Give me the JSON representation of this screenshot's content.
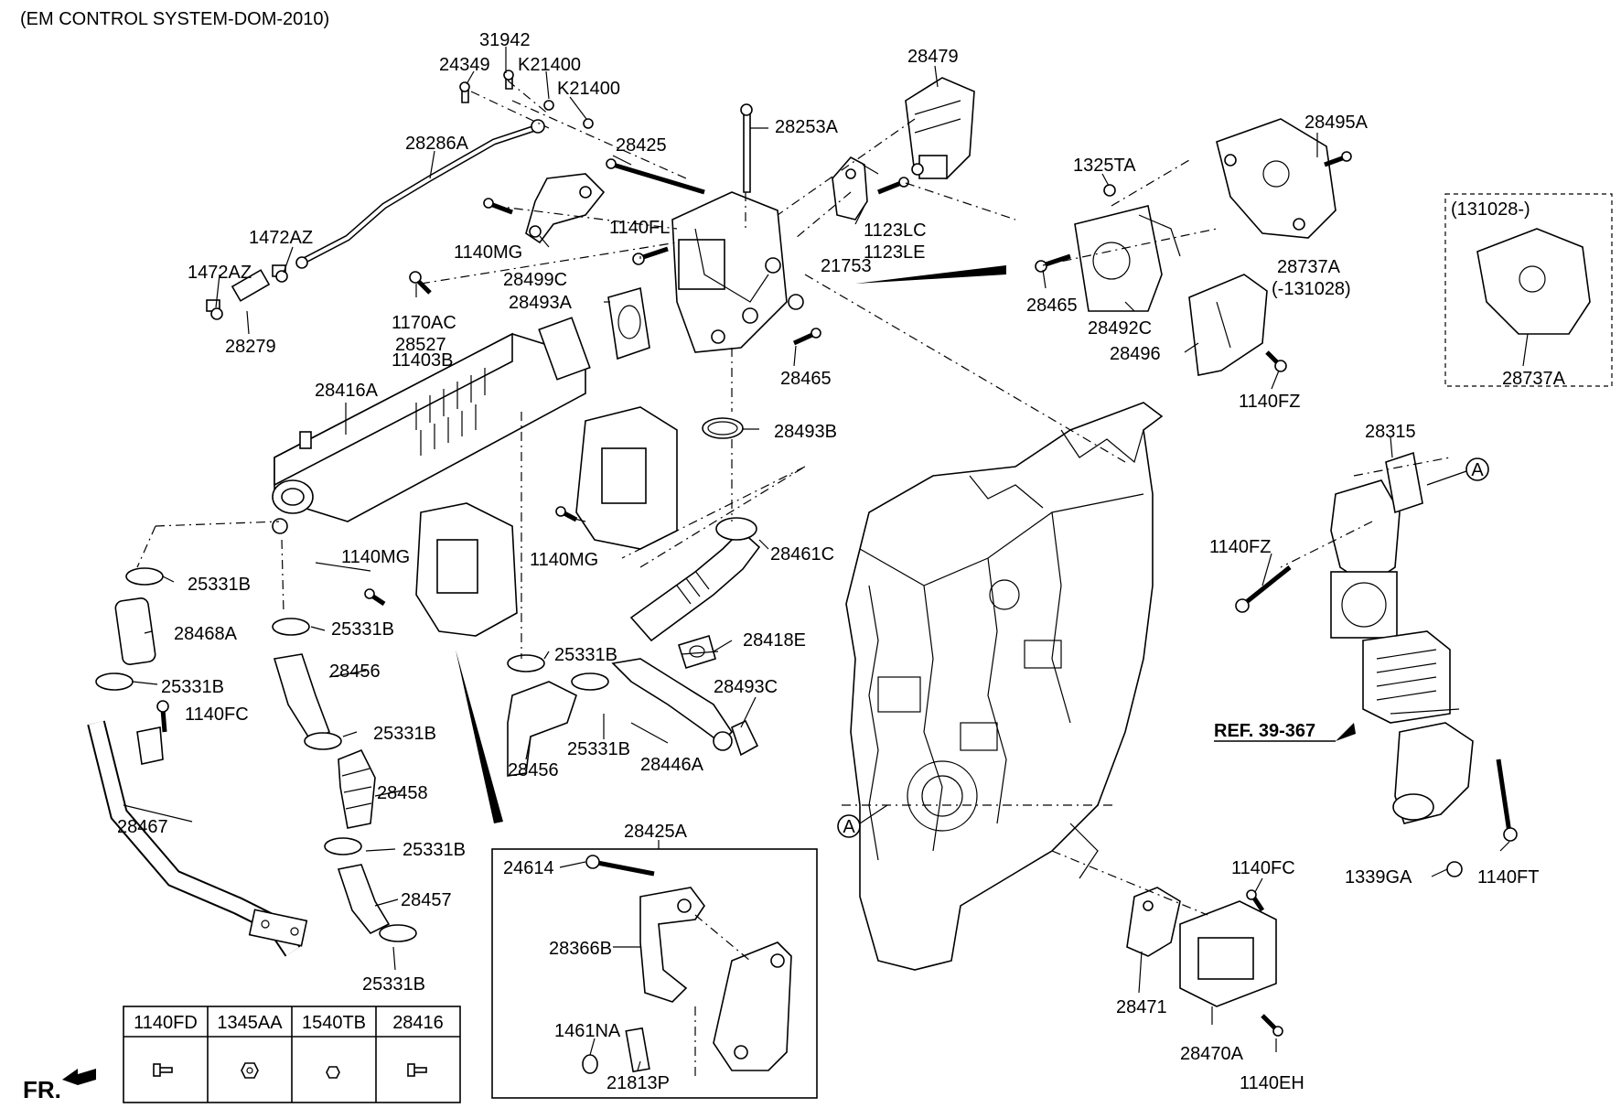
{
  "title": "(EM CONTROL SYSTEM-DOM-2010)",
  "labels": {
    "p31942": "31942",
    "p24349": "24349",
    "pK21400a": "K21400",
    "pK21400b": "K21400",
    "p28479": "28479",
    "p28286A": "28286A",
    "p28425": "28425",
    "p28253A": "28253A",
    "p28495A": "28495A",
    "p1325TA": "1325TA",
    "p131028": "(131028-)",
    "p1472AZa": "1472AZ",
    "p1472AZb": "1472AZ",
    "p1140FL": "1140FL",
    "p1123LC": "1123LC",
    "p1123LE": "1123LE",
    "p1140MGa": "1140MG",
    "p28499C": "28499C",
    "p21753": "21753",
    "p28737Aa": "28737A",
    "p28737Ab": "(-131028)",
    "p28279": "28279",
    "p28493A": "28493A",
    "p28465a": "28465",
    "p28492C": "28492C",
    "p1170AC": "1170AC",
    "p28527": "28527",
    "p11403B": "11403B",
    "p28496": "28496",
    "p28737Ac": "28737A",
    "p28465b": "28465",
    "p28416A": "28416A",
    "p1140FZa": "1140FZ",
    "p28493B": "28493B",
    "p28315": "28315",
    "circleA1": "A",
    "p1140FZb": "1140FZ",
    "p28461C": "28461C",
    "p1140MGb": "1140MG",
    "p1140MGc": "1140MG",
    "p25331B_1": "25331B",
    "p28468A": "28468A",
    "p25331B_2": "25331B",
    "p28418E": "28418E",
    "p25331B_3": "25331B",
    "p28456a": "28456",
    "p25331B_4": "25331B",
    "p28493C": "28493C",
    "p1140FC_a": "1140FC",
    "ref": "REF. 39-367",
    "p25331B_5": "25331B",
    "p25331B_6": "25331B",
    "p28446A": "28446A",
    "p28456b": "28456",
    "p28458": "28458",
    "circleA2": "A",
    "p28467": "28467",
    "p28425A": "28425A",
    "p25331B_7": "25331B",
    "p24614": "24614",
    "p1140FC_b": "1140FC",
    "p1339GA": "1339GA",
    "p1140FT": "1140FT",
    "p28457": "28457",
    "p28366B": "28366B",
    "p25331B_8": "25331B",
    "p28471": "28471",
    "p1461NA": "1461NA",
    "p28470A": "28470A",
    "p21813P": "21813P",
    "p1140EH": "1140EH",
    "fr": "FR."
  },
  "table": {
    "headers": [
      "1140FD",
      "1345AA",
      "1540TB",
      "28416"
    ],
    "icons": [
      "bolt-icon",
      "nut-icon",
      "nut-icon",
      "bolt-icon"
    ]
  }
}
